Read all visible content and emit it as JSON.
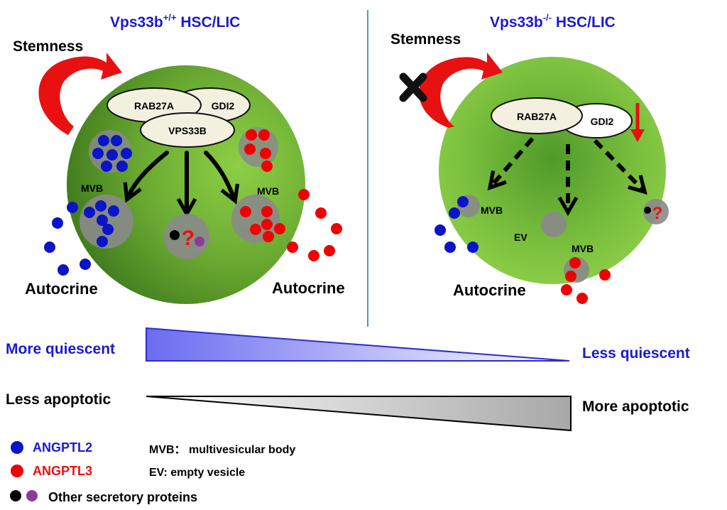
{
  "left_panel": {
    "title": "Vps33b",
    "title_sup": "+/+",
    "title_tail": " HSC/LIC",
    "stemness": "Stemness",
    "proteins": {
      "rab27a": "RAB27A",
      "gdi2": "GDI2",
      "vps33b": "VPS33B"
    },
    "mvb_left": "MVB",
    "mvb_right": "MVB",
    "question": "?",
    "autocrine_left": "Autocrine",
    "autocrine_right": "Autocrine"
  },
  "right_panel": {
    "title": "Vps33b",
    "title_sup": "-/-",
    "title_tail": " HSC/LIC",
    "stemness": "Stemness",
    "proteins": {
      "rab27a": "RAB27A",
      "gdi2": "GDI2"
    },
    "mvb_left": "MVB",
    "ev": "EV",
    "mvb_bottom": "MVB",
    "question": "?",
    "autocrine": "Autocrine"
  },
  "gradients": {
    "quiescent_left": "More quiescent",
    "quiescent_right": "Less quiescent",
    "apoptotic_left": "Less apoptotic",
    "apoptotic_right": "More apoptotic"
  },
  "legend": {
    "angptl2": "ANGPTL2",
    "angptl3": "ANGPTL3",
    "other": "Other secretory proteins",
    "mvb_def": "MVB： multivesicular body",
    "ev_def": "EV: empty vesicle"
  },
  "colors": {
    "angptl2": "#0a14c8",
    "angptl3": "#f00000",
    "title_blue": "#1a1ad0",
    "cell_green": "#7fc43e",
    "arrow_red": "#e81010",
    "other_black": "#000000",
    "other_purple": "#8e3a9a",
    "divider": "#5b8fc9"
  }
}
